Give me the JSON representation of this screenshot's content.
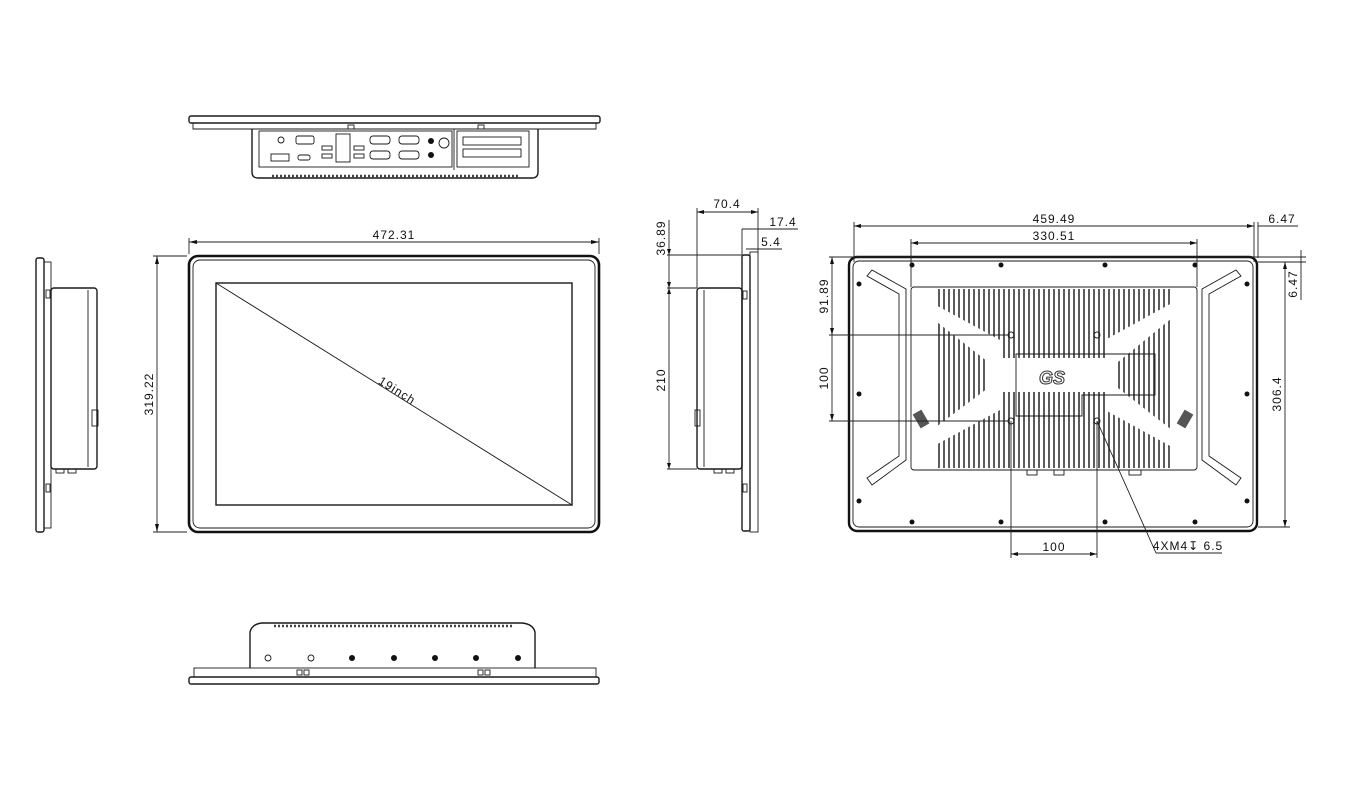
{
  "drawing": {
    "title": "19 inch panel PC dimension drawing",
    "front_view": {
      "width_label": "472.31",
      "height_label": "319.22",
      "diagonal_label": "19inch"
    },
    "side_view": {
      "depth_label": "70.4",
      "bezel_label": "17.4",
      "front_label": "5.4",
      "top_offset_label": "36.89",
      "box_height_label": "210"
    },
    "rear_view": {
      "overall_width_label": "459.49",
      "inner_width_label": "330.51",
      "edge_width_label": "6.47",
      "edge_height_label": "6.47",
      "overall_height_label": "306.4",
      "vesa_top_label": "91.89",
      "vesa_height_label": "100",
      "vesa_width_label": "100",
      "screw_callout": "4XM4↧ 6.5",
      "logo": "GS"
    },
    "colors": {
      "line": "#1a1a1a",
      "background": "#ffffff",
      "fins": "#333333"
    }
  }
}
